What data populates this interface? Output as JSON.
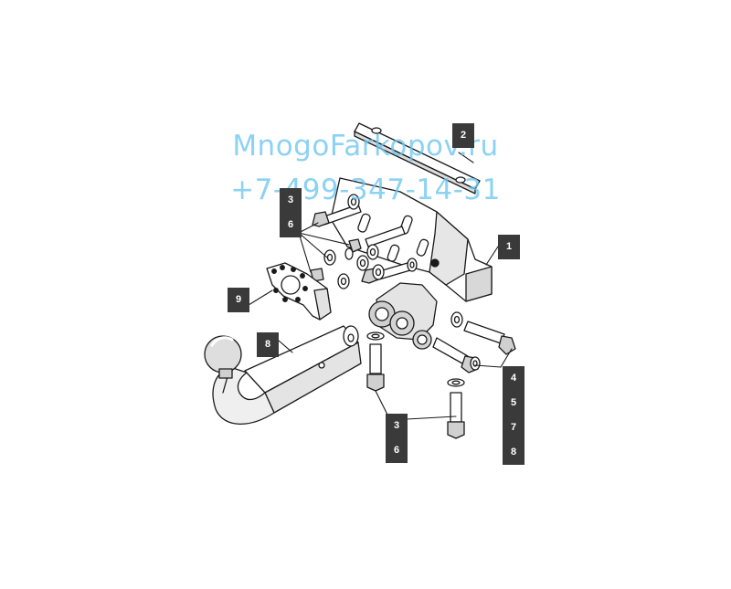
{
  "watermark": {
    "site": "MnogoFarkopov.ru",
    "phone": "+7-499-347-14-31",
    "color": "#6cc6f0"
  },
  "callouts": {
    "c1": [
      "1"
    ],
    "c2": [
      "2"
    ],
    "c3": [
      "3",
      "6"
    ],
    "c4": [
      "4",
      "5",
      "7",
      "8"
    ],
    "c5": [
      "3",
      "6"
    ],
    "c6": [
      "9"
    ],
    "c7": [
      "8"
    ]
  },
  "colors": {
    "line": "#1a1a1a",
    "callout_bg": "#3a3a3a",
    "callout_text": "#ffffff"
  }
}
